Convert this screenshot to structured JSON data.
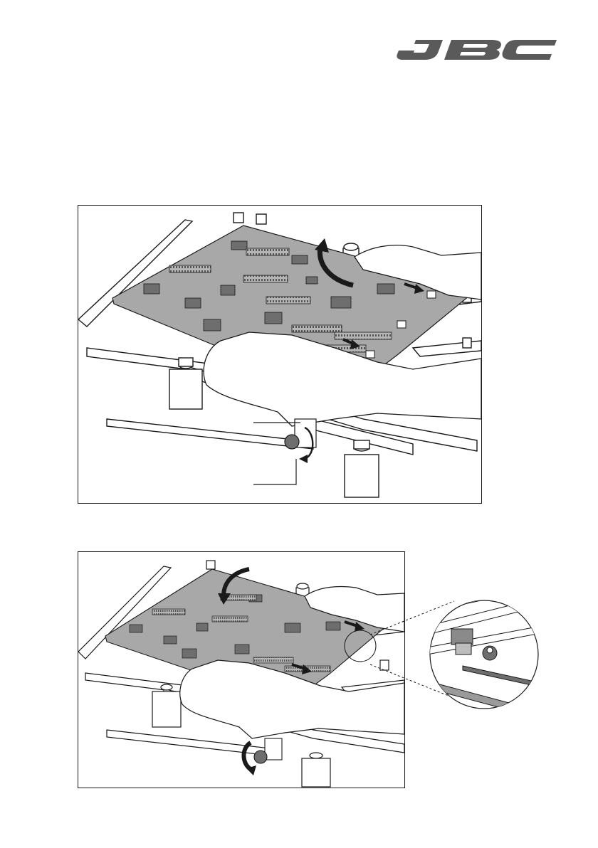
{
  "brand": {
    "logo_text": "JBC",
    "logo_color": "#5a5a5a"
  },
  "figures": [
    {
      "name": "figure-1",
      "description_icons": [
        "pcb-board",
        "left-hand",
        "right-hand",
        "rotate-arrow",
        "slide-arrow",
        "tension-knob"
      ],
      "callout_lines": 2
    },
    {
      "name": "figure-2",
      "description_icons": [
        "pcb-board",
        "left-hand",
        "right-hand",
        "rotate-arrow",
        "slide-arrow",
        "tension-knob",
        "magnified-detail"
      ]
    }
  ],
  "colors": {
    "pcb": "#a8a8a8",
    "chip": "#6e6e6e",
    "line": "#1a1a1a",
    "paper": "#ffffff"
  }
}
